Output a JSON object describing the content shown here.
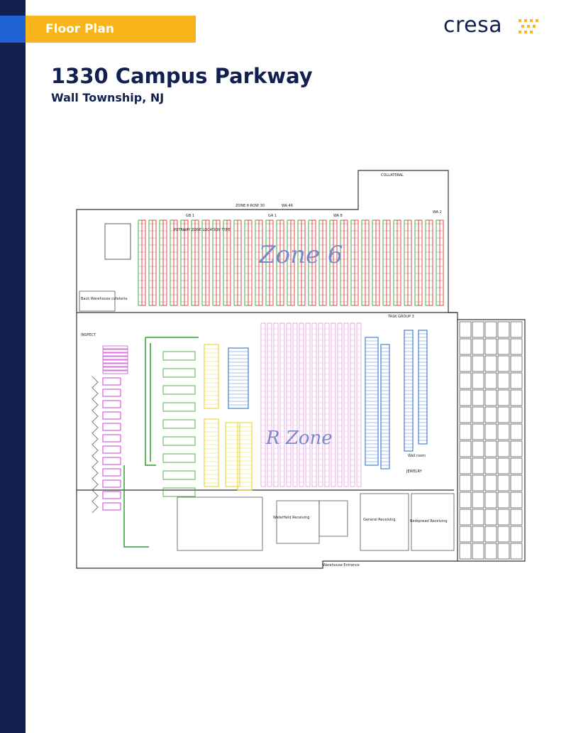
{
  "header": {
    "tag_label": "Floor Plan",
    "logo_text": "cresa"
  },
  "property": {
    "name": "1330 Campus Parkway",
    "location": "Wall Township, NJ"
  },
  "floor_plan": {
    "zone_labels": [
      "Zone 6",
      "R Zone"
    ],
    "labels": {
      "collateral": "COLLATERAL",
      "wa_2": "WA 2",
      "gb_1": "GB 1",
      "ga_1": "GA 1",
      "zone_row": "ZONE 6 ROW 30",
      "wa_46": "WA 46",
      "wa_8": "WA 8",
      "putaway_1": "PUTAWAY ZONE LOCATION TYPE",
      "inspect": "INSPECT",
      "back_cafeteria": "Back Warehouse cafeteria",
      "tash_group": "TASK GROUP 3",
      "waterfield": "Waterfield Receiving",
      "general_receiving": "General Receiving",
      "warehouse_entrance": "Warehouse Entrance",
      "jewelry": "JEWELRY",
      "wall_room": "Wall room",
      "bulk_receiving": "Bedspread Receiving"
    }
  },
  "colors": {
    "navy": "#11204f",
    "blue_accent": "#1f62d6",
    "tag_yellow": "#f8b51b"
  }
}
